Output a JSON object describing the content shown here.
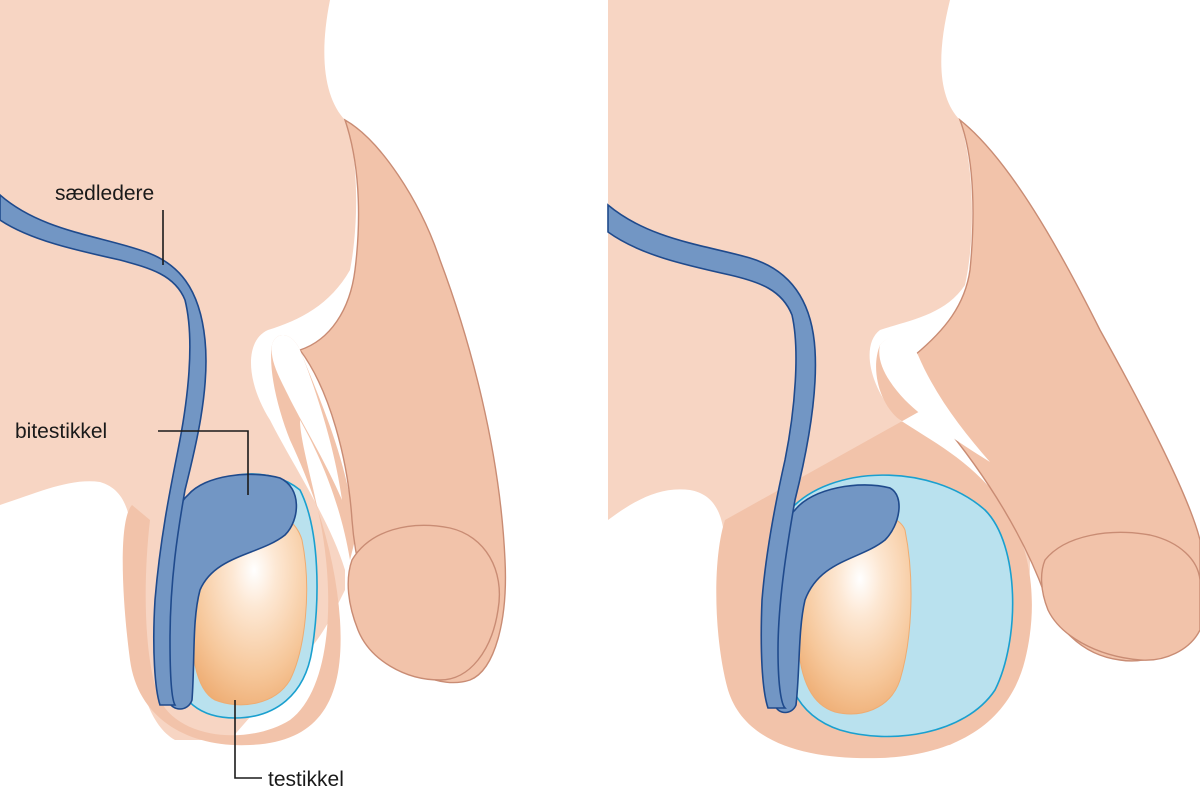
{
  "labels": {
    "vas_deferens": "sædledere",
    "epididymis": "bitestikkel",
    "testis": "testikkel"
  },
  "colors": {
    "skin_light": "#f7d5c3",
    "skin_mid": "#f2c3aa",
    "skin_outline": "#c98c74",
    "duct_fill": "#7296c4",
    "duct_outline": "#1f4a8c",
    "fluid_fill": "#b9e1ee",
    "fluid_outline": "#1aa0cf",
    "testis_edge": "#efb07a",
    "testis_center": "#ffffff",
    "text": "#1a1a1a"
  }
}
